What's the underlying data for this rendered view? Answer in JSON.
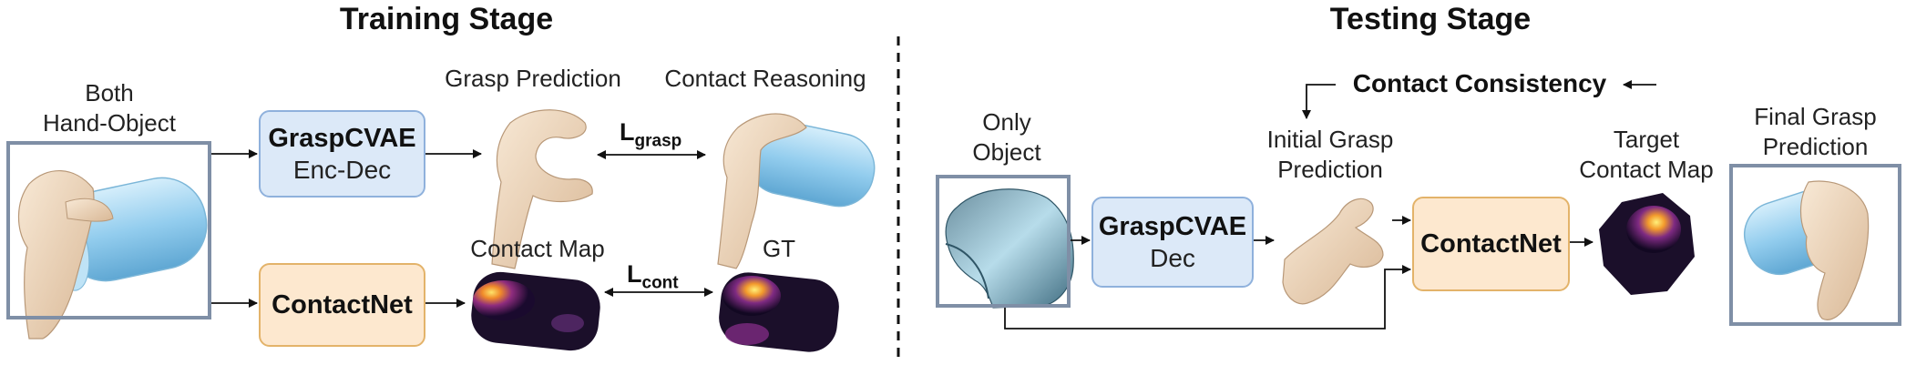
{
  "training": {
    "title": "Training Stage",
    "input_label_1": "Both",
    "input_label_2": "Hand-Object",
    "cvae_box": {
      "title": "GraspCVAE",
      "subtitle": "Enc-Dec"
    },
    "contactnet_box": {
      "title": "ContactNet"
    },
    "grasp_prediction_label": "Grasp Prediction",
    "contact_reasoning_label": "Contact Reasoning",
    "contact_map_label": "Contact Map",
    "gt_label": "GT",
    "loss_grasp": {
      "symbol": "L",
      "subscript": "grasp"
    },
    "loss_cont": {
      "symbol": "L",
      "subscript": "cont"
    }
  },
  "testing": {
    "title": "Testing Stage",
    "input_label_1": "Only",
    "input_label_2": "Object",
    "cvae_box": {
      "title": "GraspCVAE",
      "subtitle": "Dec"
    },
    "contactnet_box": {
      "title": "ContactNet"
    },
    "contact_consistency_label": "Contact Consistency",
    "initial_grasp_label_1": "Initial Grasp",
    "initial_grasp_label_2": "Prediction",
    "target_contact_label_1": "Target",
    "target_contact_label_2": "Contact Map",
    "final_grasp_label_1": "Final Grasp",
    "final_grasp_label_2": "Prediction"
  },
  "colors": {
    "cvae_fill": "#dce9f8",
    "contactnet_fill": "#fde8cf",
    "frame_border": "#7f8fa6",
    "cylinder": "#9fd3f0",
    "skin": "#f1dcc2"
  }
}
